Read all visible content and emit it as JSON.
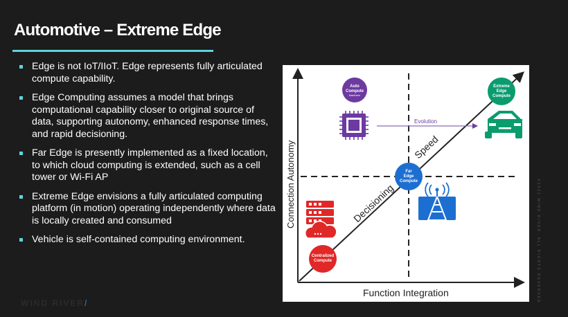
{
  "slide": {
    "title": "Automotive – Extreme Edge",
    "bullets": [
      "Edge is not IoT/IIoT. Edge represents fully articulated compute capability.",
      "Edge Computing assumes a model that brings computational capability closer to original source of data, supporting autonomy, enhanced response times, and rapid decisioning.",
      "Far Edge is presently implemented as a fixed location, to which cloud computing is extended, such as a cell tower or Wi-Fi AP",
      "Extreme Edge envisions a fully articulated computing platform (in motion) operating independently where data is locally created and consumed",
      "Vehicle is self-contained computing environment."
    ]
  },
  "diagram": {
    "y_axis_label": "Connection Autonomy",
    "x_axis_label": "Function Integration",
    "diagonal_lower_label": "Decisioning",
    "diagonal_upper_label": "Speed",
    "evolution_label": "Evolution",
    "nodes": {
      "auto_line1": "Auto",
      "auto_line2": "Compute",
      "auto_line3": "Mainframe",
      "extreme_line1": "Extreme",
      "extreme_line2": "Edge",
      "extreme_line3": "Compute",
      "far_line1": "Far",
      "far_line2": "Edge",
      "far_line3": "Compute",
      "central_line1": "Centralized",
      "central_line2": "Compute"
    },
    "colors": {
      "purple": "#6c3aa0",
      "green": "#0b9c6e",
      "blue": "#1c6fd1",
      "red": "#e02828"
    }
  },
  "footer": {
    "logo_text": "WIND RIVER",
    "logo_slash": "/",
    "side_note": "©2021 WIND RIVER. ALL RIGHTS RESERVED."
  }
}
